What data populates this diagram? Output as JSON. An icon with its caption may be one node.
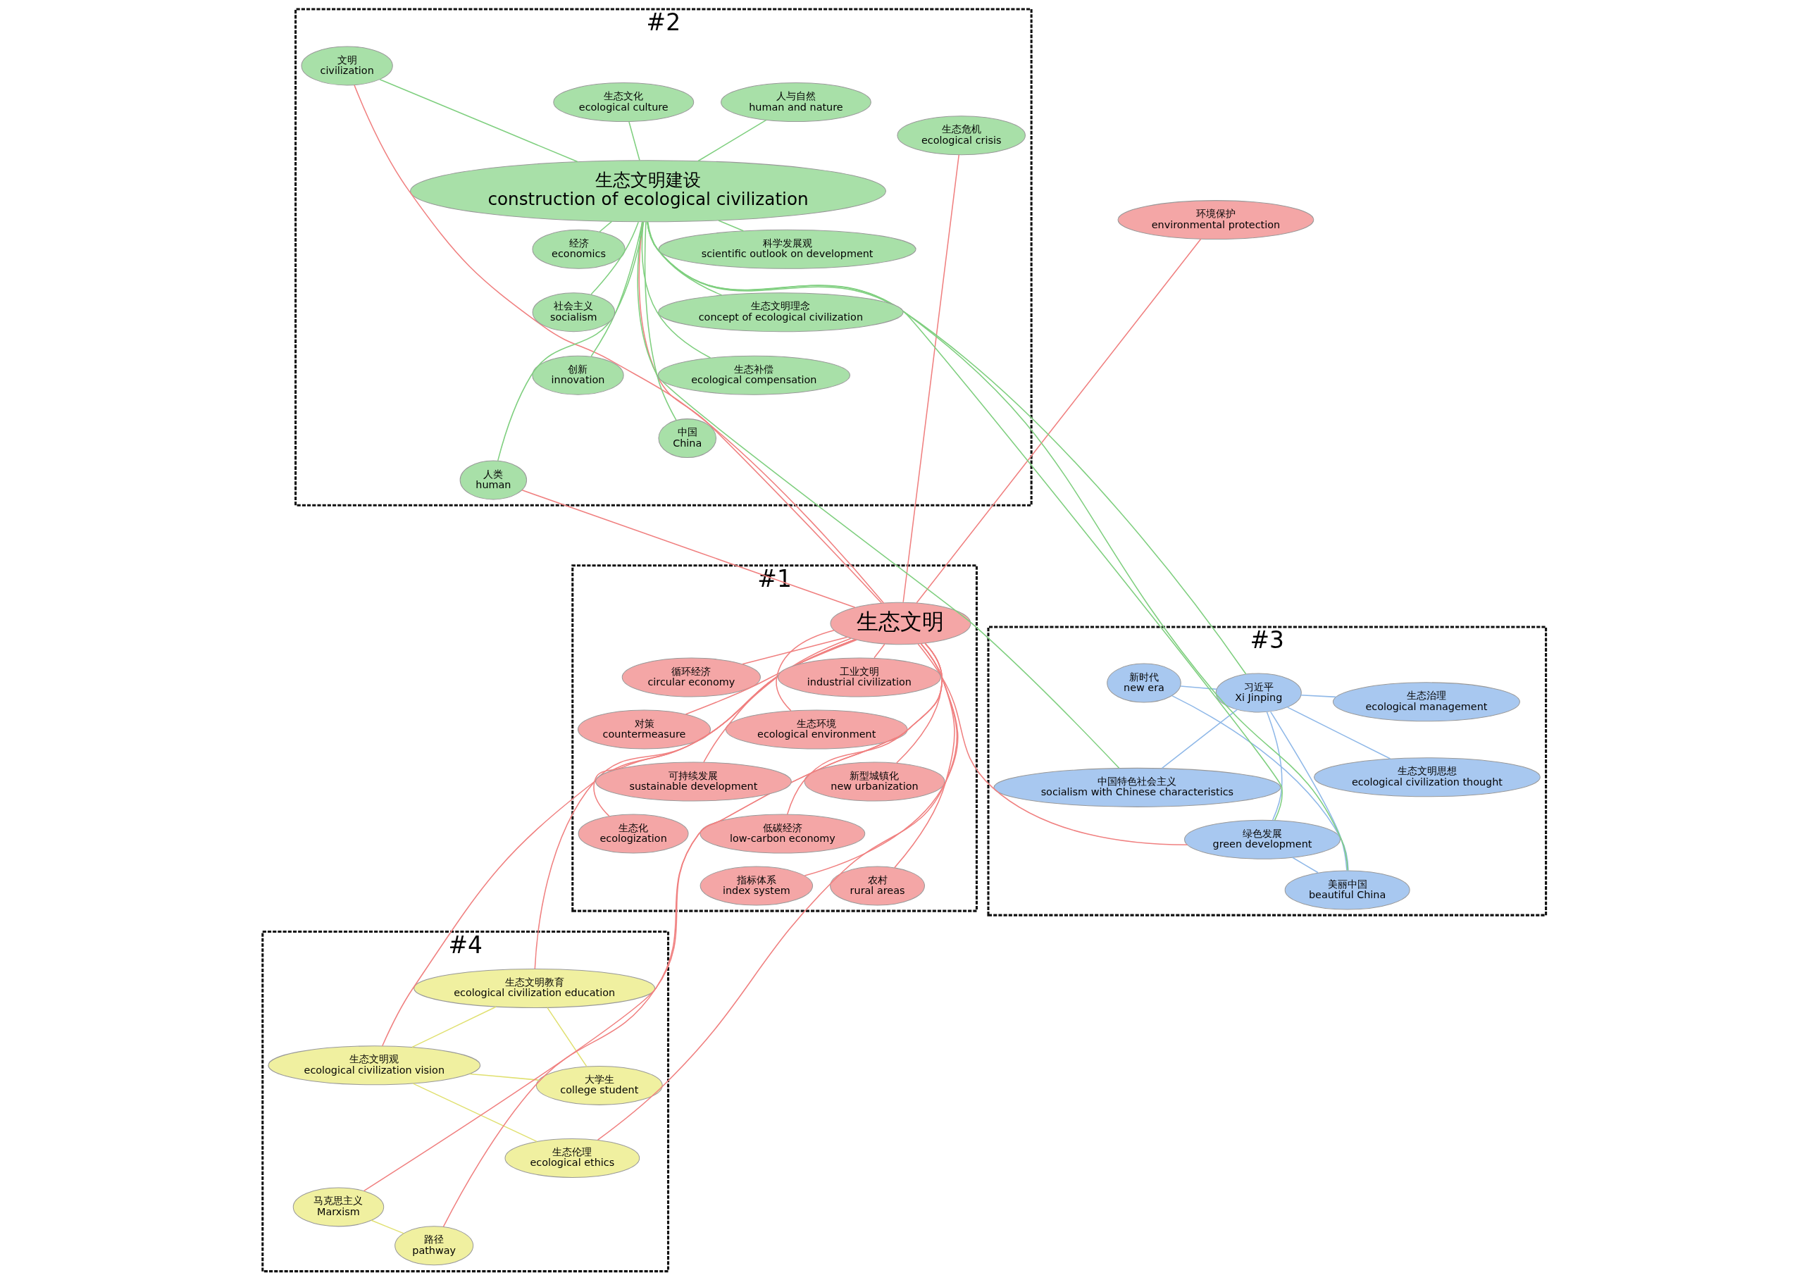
{
  "diagram": {
    "nodes": [
      {
        "text": [
          "#4"
        ]
      },
      {
        "text": [
          "#3"
        ]
      },
      {
        "text": [
          "#1"
        ]
      },
      {
        "text": [
          "#2"
        ]
      },
      {
        "text": [
          "环境保护",
          "environmental protection"
        ]
      },
      {
        "text": [
          "路径",
          "pathway"
        ],
        "in": 0
      },
      {
        "text": [
          "生态文明教育",
          "ecological civilization education"
        ],
        "in": 0
      },
      {
        "text": [
          "大学生",
          "college student"
        ],
        "in": 0
      },
      {
        "text": [
          "生态伦理",
          "ecological ethics"
        ],
        "in": 0
      },
      {
        "text": [
          "生态治理",
          "ecological management"
        ],
        "in": 1
      },
      {
        "text": [
          "绿色发展",
          "green development"
        ],
        "in": 1
      },
      {
        "text": [
          "新时代",
          "new era"
        ],
        "in": 1
      },
      {
        "text": [
          "习近平",
          "Xi Jinping"
        ],
        "in": 1
      },
      {
        "text": [
          "生态文明思想",
          "ecological civilization thought"
        ],
        "in": 1
      },
      {
        "text": [
          "美丽中国",
          "beautiful China"
        ],
        "in": 1
      },
      {
        "text": [
          "中国特色社会主义",
          "socialism with Chinese characteristics"
        ],
        "in": 1
      },
      {
        "text": [
          "马克思主义",
          "Marxism"
        ],
        "in": 0
      },
      {
        "text": [
          "生态文明观",
          "ecological civilization vision"
        ],
        "in": 0
      },
      {
        "text": [
          "对策",
          "countermeasure"
        ],
        "in": 2
      },
      {
        "text": [
          "循环经济",
          "circular economy"
        ],
        "in": 2
      },
      {
        "text": [
          "新型城镇化",
          "new urbanization"
        ],
        "in": 2
      },
      {
        "text": [
          "农村",
          "rural areas"
        ],
        "in": 2
      },
      {
        "text": [
          "低碳经济",
          "low-carbon economy"
        ],
        "in": 2
      },
      {
        "text": [
          "生态环境",
          "ecological environment"
        ],
        "in": 2
      },
      {
        "text": [
          "生态文明"
        ],
        "in": 2
      },
      {
        "text": [
          "可持续发展",
          "sustainable development"
        ],
        "in": 2
      },
      {
        "text": [
          "生态文明建设",
          "construction of ecological civilization"
        ],
        "in": 3
      },
      {
        "text": [
          "指标体系",
          "index system"
        ],
        "in": 2
      },
      {
        "text": [
          "科学发展观",
          "scientific outlook on development"
        ],
        "in": 3
      },
      {
        "text": [
          "生态文化",
          "ecological culture"
        ],
        "in": 3
      },
      {
        "text": [
          "生态化",
          "ecologization"
        ],
        "in": 2
      },
      {
        "text": [
          "生态危机",
          "ecological crisis"
        ],
        "in": 3
      },
      {
        "text": [
          "生态文明理念",
          "concept of ecological civilization"
        ],
        "in": 3
      },
      {
        "text": [
          "创新",
          "innovation"
        ],
        "in": 3
      },
      {
        "text": [
          "文明",
          "civilization"
        ],
        "in": 3
      },
      {
        "text": [
          "中国",
          "China"
        ],
        "in": 3
      },
      {
        "text": [
          "人类",
          "human"
        ],
        "in": 3
      },
      {
        "text": [
          "工业文明",
          "industrial civilization"
        ],
        "in": 2
      },
      {
        "text": [
          "经济",
          "economics"
        ],
        "in": 3
      },
      {
        "text": [
          "生态补偿",
          "ecological compensation"
        ],
        "in": 3
      },
      {
        "text": [
          "人与自然",
          "human and nature"
        ],
        "in": 3
      },
      {
        "text": [
          "社会主义",
          "socialism"
        ],
        "in": 3
      }
    ],
    "edges": [
      {
        "from": 24,
        "to": 4,
        "arrow": "none"
      },
      {
        "from": 24,
        "to": 5,
        "arrow": "none"
      },
      {
        "from": 24,
        "to": 6,
        "arrow": "none"
      },
      {
        "from": 24,
        "to": 8,
        "arrow": "none"
      },
      {
        "from": 24,
        "to": 17,
        "arrow": "none"
      },
      {
        "from": 24,
        "to": 18,
        "arrow": "none"
      },
      {
        "from": 24,
        "to": 19,
        "arrow": "none"
      },
      {
        "from": 24,
        "to": 20,
        "arrow": "none"
      },
      {
        "from": 24,
        "to": 21,
        "arrow": "none"
      },
      {
        "from": 24,
        "to": 22,
        "arrow": "none"
      },
      {
        "from": 24,
        "to": 23,
        "arrow": "none"
      },
      {
        "from": 24,
        "to": 25,
        "arrow": "none"
      },
      {
        "from": 24,
        "to": 26,
        "arrow": "none"
      },
      {
        "from": 24,
        "to": 27,
        "arrow": "none"
      },
      {
        "from": 24,
        "to": 30,
        "arrow": "none"
      },
      {
        "from": 24,
        "to": 31,
        "arrow": "none"
      },
      {
        "from": 24,
        "to": 37,
        "arrow": "none"
      },
      {
        "from": 24,
        "to": 10,
        "arrow": "none"
      },
      {
        "from": 24,
        "to": 16,
        "arrow": "none"
      },
      {
        "from": 24,
        "to": 34,
        "arrow": "none"
      },
      {
        "from": 24,
        "to": 36,
        "arrow": "none"
      },
      {
        "from": 26,
        "to": 28,
        "arrow": "none",
        "color": "#7fcf7f"
      },
      {
        "from": 26,
        "to": 29,
        "arrow": "none",
        "color": "#7fcf7f"
      },
      {
        "from": 26,
        "to": 32,
        "arrow": "none",
        "color": "#7fcf7f"
      },
      {
        "from": 26,
        "to": 33,
        "arrow": "none",
        "color": "#7fcf7f"
      },
      {
        "from": 26,
        "to": 34,
        "arrow": "none",
        "color": "#7fcf7f"
      },
      {
        "from": 26,
        "to": 35,
        "arrow": "none",
        "color": "#7fcf7f"
      },
      {
        "from": 26,
        "to": 36,
        "arrow": "none",
        "color": "#7fcf7f"
      },
      {
        "from": 26,
        "to": 38,
        "arrow": "none",
        "color": "#7fcf7f"
      },
      {
        "from": 26,
        "to": 39,
        "arrow": "none",
        "color": "#7fcf7f"
      },
      {
        "from": 26,
        "to": 40,
        "arrow": "none",
        "color": "#7fcf7f"
      },
      {
        "from": 26,
        "to": 41,
        "arrow": "none",
        "color": "#7fcf7f"
      },
      {
        "from": 26,
        "to": 12,
        "arrow": "none",
        "color": "#7fcf7f"
      },
      {
        "from": 26,
        "to": 14,
        "arrow": "none",
        "color": "#7fcf7f"
      },
      {
        "from": 26,
        "to": 10,
        "arrow": "none",
        "color": "#7fcf7f"
      },
      {
        "from": 26,
        "to": 15,
        "arrow": "none",
        "color": "#7fcf7f"
      },
      {
        "from": 12,
        "to": 10,
        "arrow": "none",
        "color": "#8fb8e8"
      },
      {
        "from": 12,
        "to": 11,
        "arrow": "none",
        "color": "#8fb8e8"
      },
      {
        "from": 12,
        "to": 13,
        "arrow": "none",
        "color": "#8fb8e8"
      },
      {
        "from": 12,
        "to": 14,
        "arrow": "none",
        "color": "#8fb8e8"
      },
      {
        "from": 12,
        "to": 9,
        "arrow": "none",
        "color": "#8fb8e8"
      },
      {
        "from": 10,
        "to": 14,
        "arrow": "none",
        "color": "#8fb8e8"
      },
      {
        "from": 11,
        "to": 14,
        "arrow": "none",
        "color": "#8fb8e8"
      },
      {
        "from": 15,
        "to": 12,
        "arrow": "none",
        "color": "#8fb8e8"
      },
      {
        "from": 17,
        "to": 6,
        "arrow": "none",
        "color": "#e0e070"
      },
      {
        "from": 17,
        "to": 7,
        "arrow": "none",
        "color": "#e0e070"
      },
      {
        "from": 16,
        "to": 5,
        "arrow": "none",
        "color": "#e0e070"
      },
      {
        "from": 7,
        "to": 6,
        "arrow": "none",
        "color": "#e0e070"
      },
      {
        "from": 8,
        "to": 17,
        "arrow": "none",
        "color": "#e0e070"
      }
    ]
  }
}
